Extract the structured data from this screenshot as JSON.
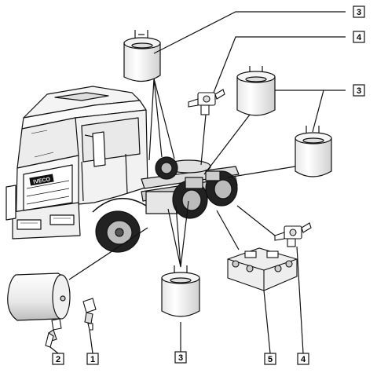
{
  "diagram": {
    "truck_brand": "IVECO",
    "callouts": [
      {
        "id": "c3-top",
        "label": "3"
      },
      {
        "id": "c4-top",
        "label": "4"
      },
      {
        "id": "c3-right",
        "label": "3"
      },
      {
        "id": "c2",
        "label": "2"
      },
      {
        "id": "c1",
        "label": "1"
      },
      {
        "id": "c3-bottom",
        "label": "3"
      },
      {
        "id": "c5",
        "label": "5"
      },
      {
        "id": "c4-bottom",
        "label": "4"
      }
    ]
  }
}
